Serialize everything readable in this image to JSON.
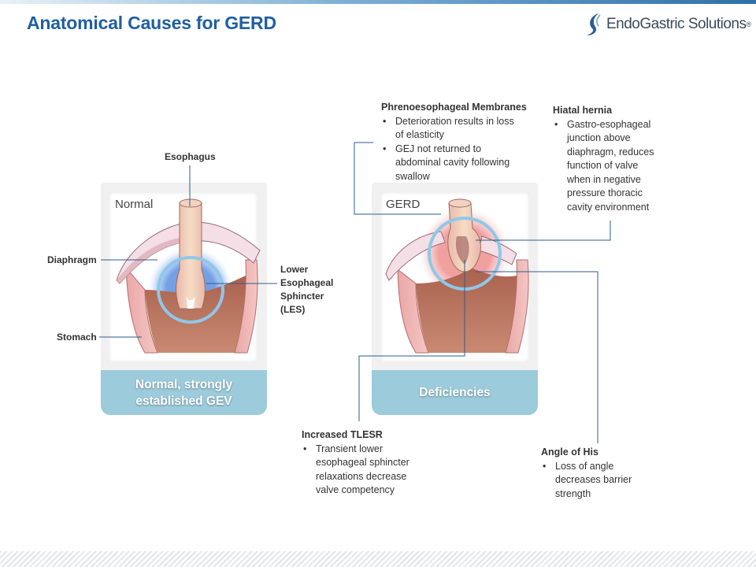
{
  "slide": {
    "title": "Anatomical Causes for GERD",
    "logo_text": "EndoGastric Solutions",
    "logo_reg": "®"
  },
  "left_panel": {
    "label": "Normal",
    "caption_line1": "Normal, strongly",
    "caption_line2": "established GEV",
    "labels": {
      "esophagus": "Esophagus",
      "diaphragm": "Diaphragm",
      "stomach": "Stomach",
      "les_line1": "Lower",
      "les_line2": "Esophageal",
      "les_line3": "Sphincter",
      "les_line4": "(LES)"
    }
  },
  "right_panel": {
    "label": "GERD",
    "caption": "Deficiencies"
  },
  "notes": {
    "phreno": {
      "heading": "Phrenoesophageal Membranes",
      "b1_l1": "Deterioration results in loss",
      "b1_l2": "of elasticity",
      "b2_l1": "GEJ not returned to",
      "b2_l2": "abdominal cavity following",
      "b2_l3": "swallow"
    },
    "hiatal": {
      "heading": "Hiatal hernia",
      "l1": "Gastro-esophageal",
      "l2": "junction  above",
      "l3": "diaphragm, reduces",
      "l4": "function of valve",
      "l5": "when in negative",
      "l6": "pressure thoracic",
      "l7": "cavity environment"
    },
    "tlesr": {
      "heading": "Increased TLESR",
      "l1": "Transient lower",
      "l2": "esophageal sphincter",
      "l3": "relaxations decrease",
      "l4": "valve competency"
    },
    "his": {
      "heading": "Angle of His",
      "l1": "Loss of angle",
      "l2": "decreases barrier",
      "l3": "strength"
    }
  },
  "colors": {
    "title": "#1f5fa0",
    "caption_bg": "#9ccbdb",
    "normal_glow": "#5a8fe0",
    "gerd_glow": "#e05050",
    "ring": "#8ec8e8",
    "leader_line": "#2f5b8a"
  },
  "icons": [
    "logo-swirl-icon",
    "bullet-icon"
  ]
}
